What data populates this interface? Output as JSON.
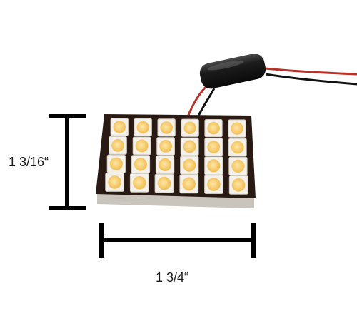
{
  "product": {
    "led_grid": {
      "rows": 4,
      "columns": 6
    },
    "colors": {
      "board": "#2a1a14",
      "led_frame": "#f4f1ea",
      "led_emitter": "#f6c860",
      "wire_red": "#c0392b",
      "wire_black": "#111111",
      "connector": "#1c1c1c"
    }
  },
  "dimensions": {
    "height_label": "1 3/16“",
    "width_label": "1 3/4“",
    "marker_color": "#000000"
  }
}
